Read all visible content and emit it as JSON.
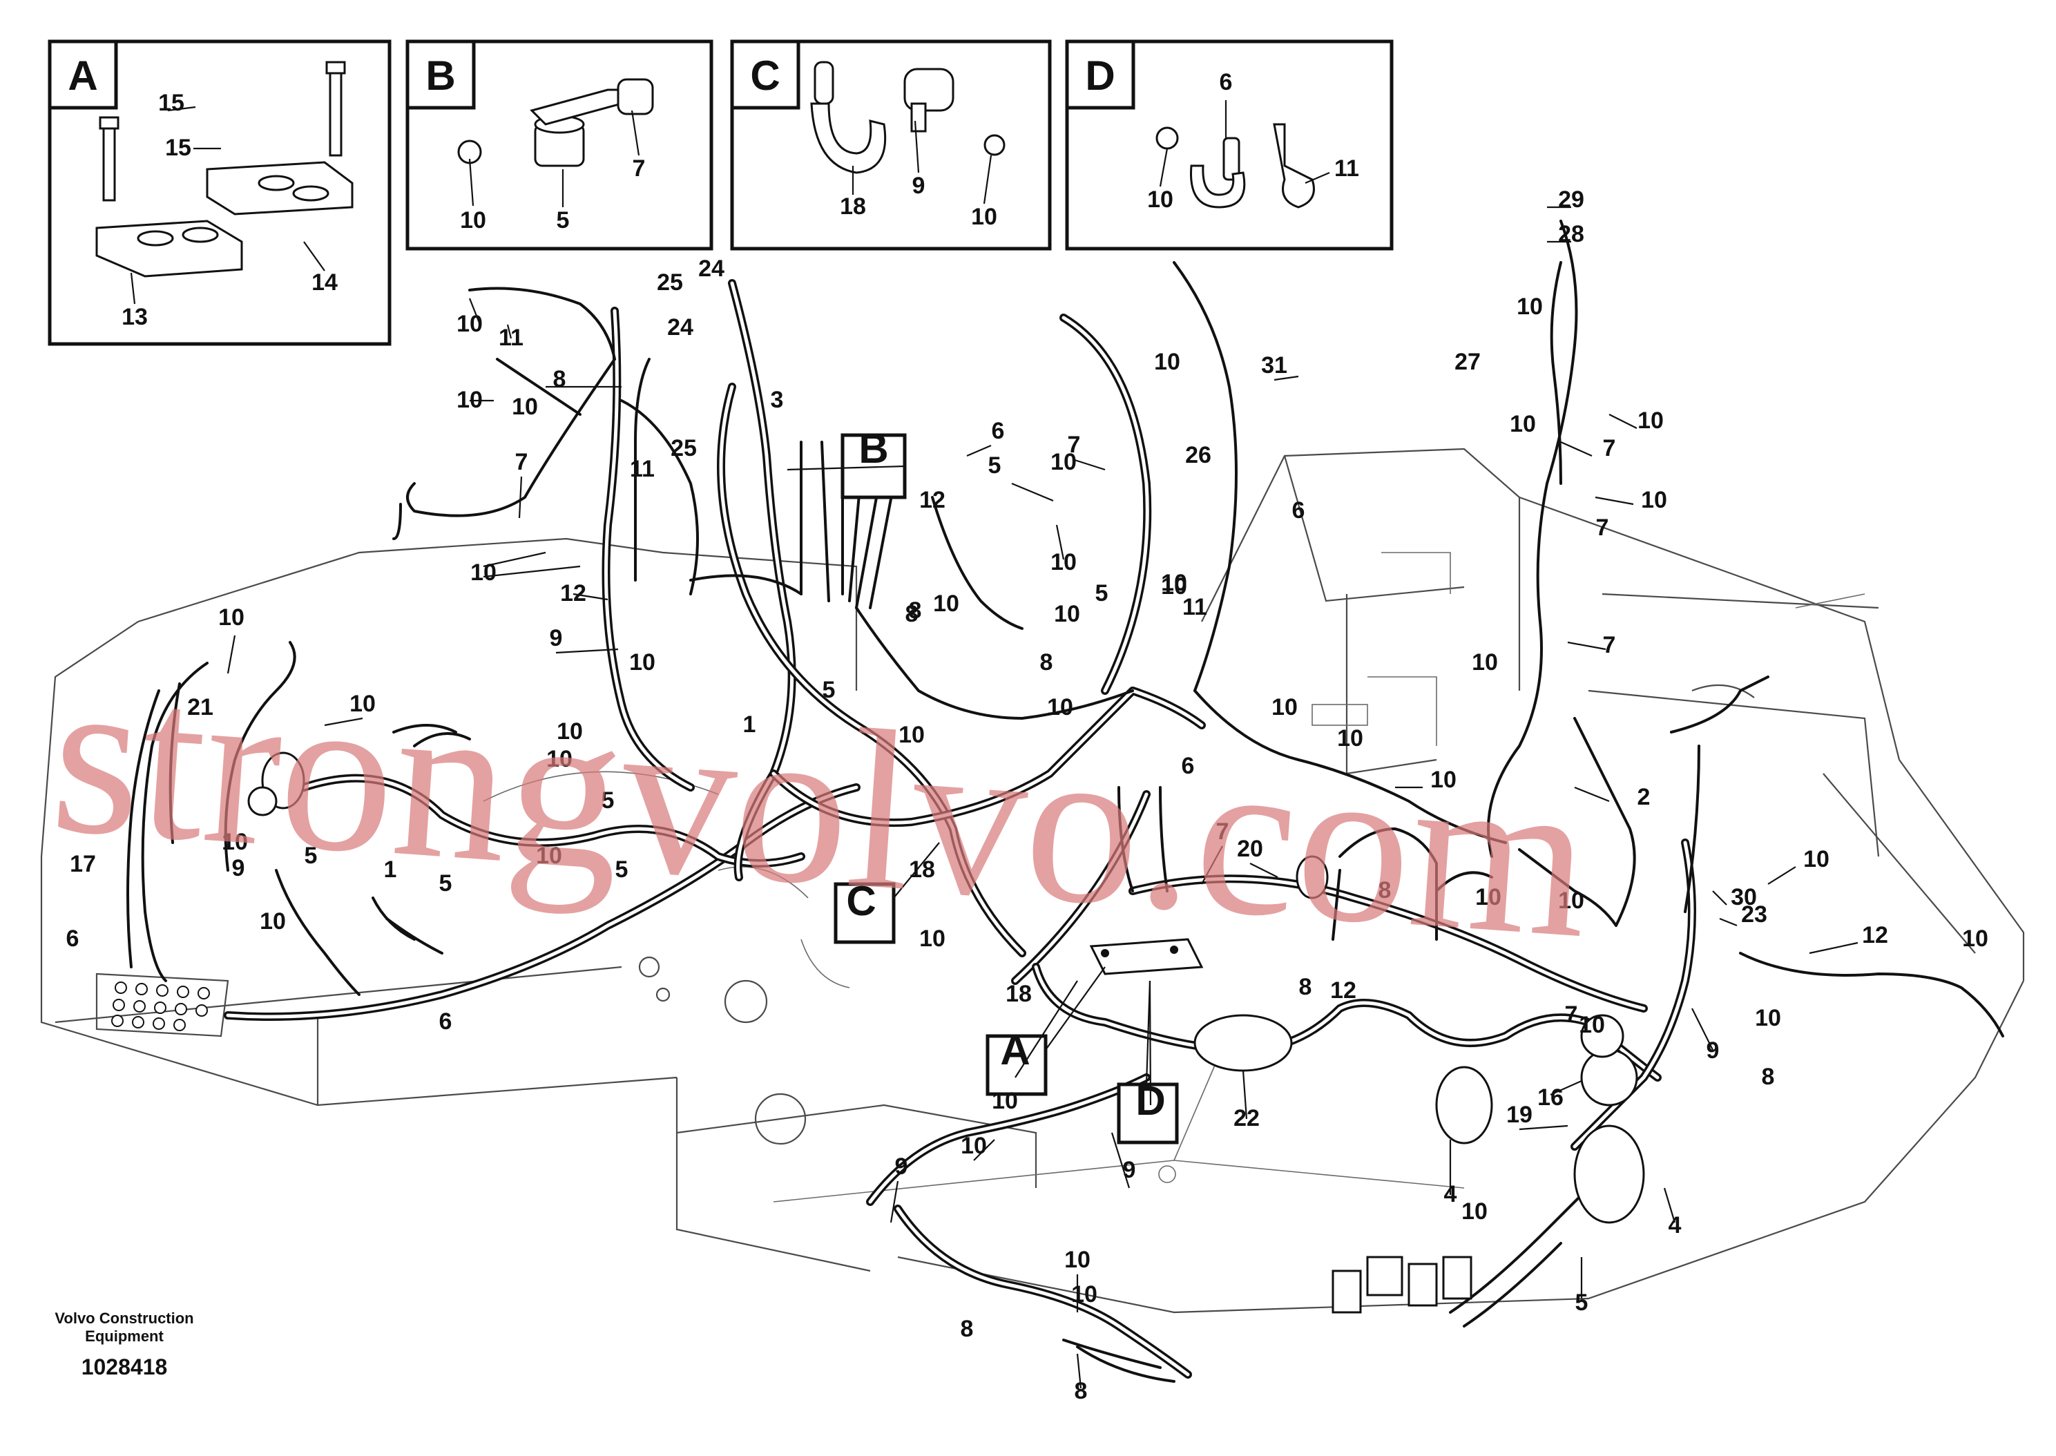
{
  "panels": [
    {
      "letter": "A",
      "callouts": [
        "15",
        "15",
        "13",
        "14"
      ]
    },
    {
      "letter": "B",
      "callouts": [
        "10",
        "5",
        "7"
      ]
    },
    {
      "letter": "C",
      "callouts": [
        "18",
        "9",
        "10"
      ]
    },
    {
      "letter": "D",
      "callouts": [
        "6",
        "10",
        "11"
      ]
    }
  ],
  "main_callouts": [
    "10",
    "11",
    "10",
    "8",
    "10",
    "25",
    "24",
    "24",
    "25",
    "3",
    "7",
    "11",
    "10",
    "12",
    "9",
    "10",
    "10",
    "10",
    "8",
    "10",
    "21",
    "10",
    "17",
    "9",
    "6",
    "10",
    "5",
    "10",
    "1",
    "5",
    "1",
    "10",
    "5",
    "10",
    "5",
    "6",
    "B",
    "12",
    "8",
    "10",
    "10",
    "10",
    "5",
    "5",
    "8",
    "10",
    "10",
    "31",
    "6",
    "7",
    "5",
    "10",
    "26",
    "10",
    "6",
    "10",
    "11",
    "6",
    "10",
    "10",
    "29",
    "28",
    "10",
    "27",
    "10",
    "7",
    "10",
    "7",
    "10",
    "7",
    "10",
    "2",
    "10",
    "8",
    "20",
    "7",
    "10",
    "10",
    "7",
    "8",
    "12",
    "30",
    "23",
    "10",
    "12",
    "10",
    "18",
    "10",
    "18",
    "A",
    "D",
    "10",
    "10",
    "9",
    "9",
    "10",
    "10",
    "8",
    "8",
    "22",
    "4",
    "10",
    "4",
    "5",
    "16",
    "19",
    "10",
    "9",
    "10",
    "8",
    "C"
  ],
  "footer": {
    "brand_line1": "Volvo Construction",
    "brand_line2": "Equipment",
    "drawing_number": "1028418"
  },
  "watermark": "strongvolvo.com",
  "colors": {
    "line": "#111111",
    "frame": "#4a4a4a",
    "watermark": "#d97a7a"
  }
}
